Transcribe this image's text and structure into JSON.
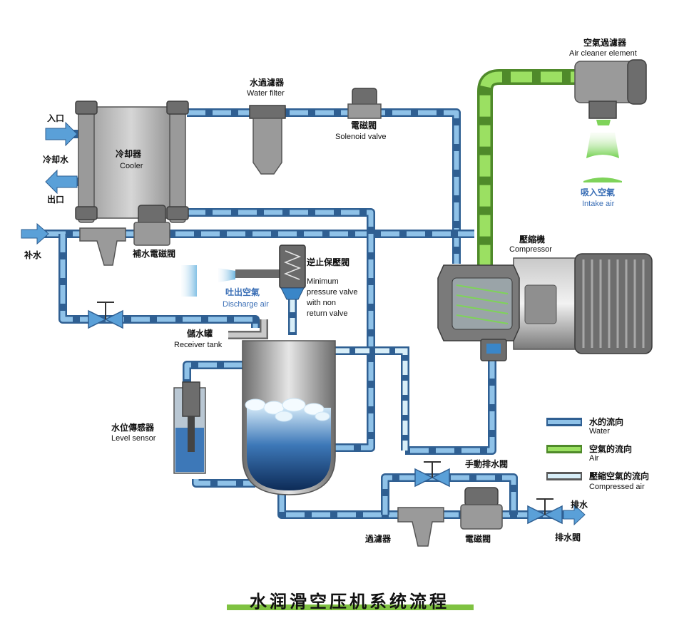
{
  "title": "水润滑空压机系统流程",
  "labels": {
    "inlet": "入口",
    "cooling_water": "冷却水",
    "outlet": "出口",
    "makeup_water": "补水",
    "cooler_cn": "冷却器",
    "cooler_en": "Cooler",
    "water_filter_cn": "水過濾器",
    "water_filter_en": "Water filter",
    "solenoid_cn": "電磁閥",
    "solenoid_en": "Solenoid valve",
    "air_cleaner_cn": "空氣過濾器",
    "air_cleaner_en": "Air cleaner element",
    "intake_cn": "吸入空氣",
    "intake_en": "Intake air",
    "compressor_cn": "壓縮機",
    "compressor_en": "Compressor",
    "makeup_solenoid_cn": "補水電磁閥",
    "check_valve_cn": "逆止保壓閥",
    "check_valve_en_1": "Minimum",
    "check_valve_en_2": "pressure valve",
    "check_valve_en_3": "with non",
    "check_valve_en_4": "return valve",
    "discharge_cn": "吐出空氣",
    "discharge_en": "Discharge air",
    "receiver_cn": "儲水罐",
    "receiver_en": "Receiver tank",
    "level_cn": "水位傳感器",
    "level_en": "Level sensor",
    "manual_drain_cn": "手動排水閥",
    "filter_bottom_cn": "過濾器",
    "solenoid_bottom_cn": "電磁閥",
    "drain_cn": "排水",
    "drain_valve_cn": "排水閥"
  },
  "legend": [
    {
      "cn": "水的流向",
      "en": "Water",
      "kind": "water"
    },
    {
      "cn": "空氣的流向",
      "en": "Air",
      "kind": "air"
    },
    {
      "cn": "壓縮空氣的流向",
      "en": "Compressed air",
      "kind": "compressed"
    }
  ],
  "colors": {
    "water": "#8fc2e8",
    "air": "#9be062",
    "accent_bar": "#7fc241"
  }
}
